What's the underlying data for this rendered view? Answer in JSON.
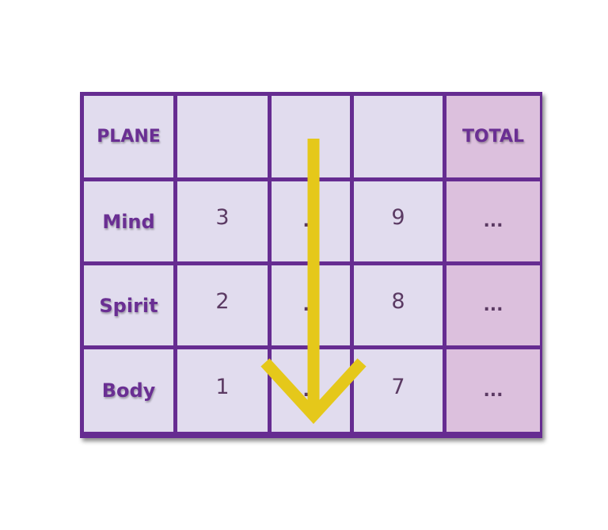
{
  "table": {
    "header": {
      "plane": "PLANE",
      "col1": "",
      "col2": "",
      "col3": "",
      "total": "TOTAL"
    },
    "rows": [
      {
        "plane": "Mind",
        "c1": "3",
        "c2": "…",
        "c3": "9",
        "total": "..."
      },
      {
        "plane": "Spirit",
        "c1": "2",
        "c2": "…",
        "c3": "8",
        "total": "..."
      },
      {
        "plane": "Body",
        "c1": "1",
        "c2": "…",
        "c3": "7",
        "total": "..."
      }
    ]
  },
  "colors": {
    "border": "#662c91",
    "cell": "#e1dcee",
    "total_cell": "#dcc0dd",
    "arrow": "#e5c81a",
    "label": "#6a2f93",
    "number": "#5b3a63"
  },
  "icons": {
    "arrow": "down-arrow-icon"
  }
}
